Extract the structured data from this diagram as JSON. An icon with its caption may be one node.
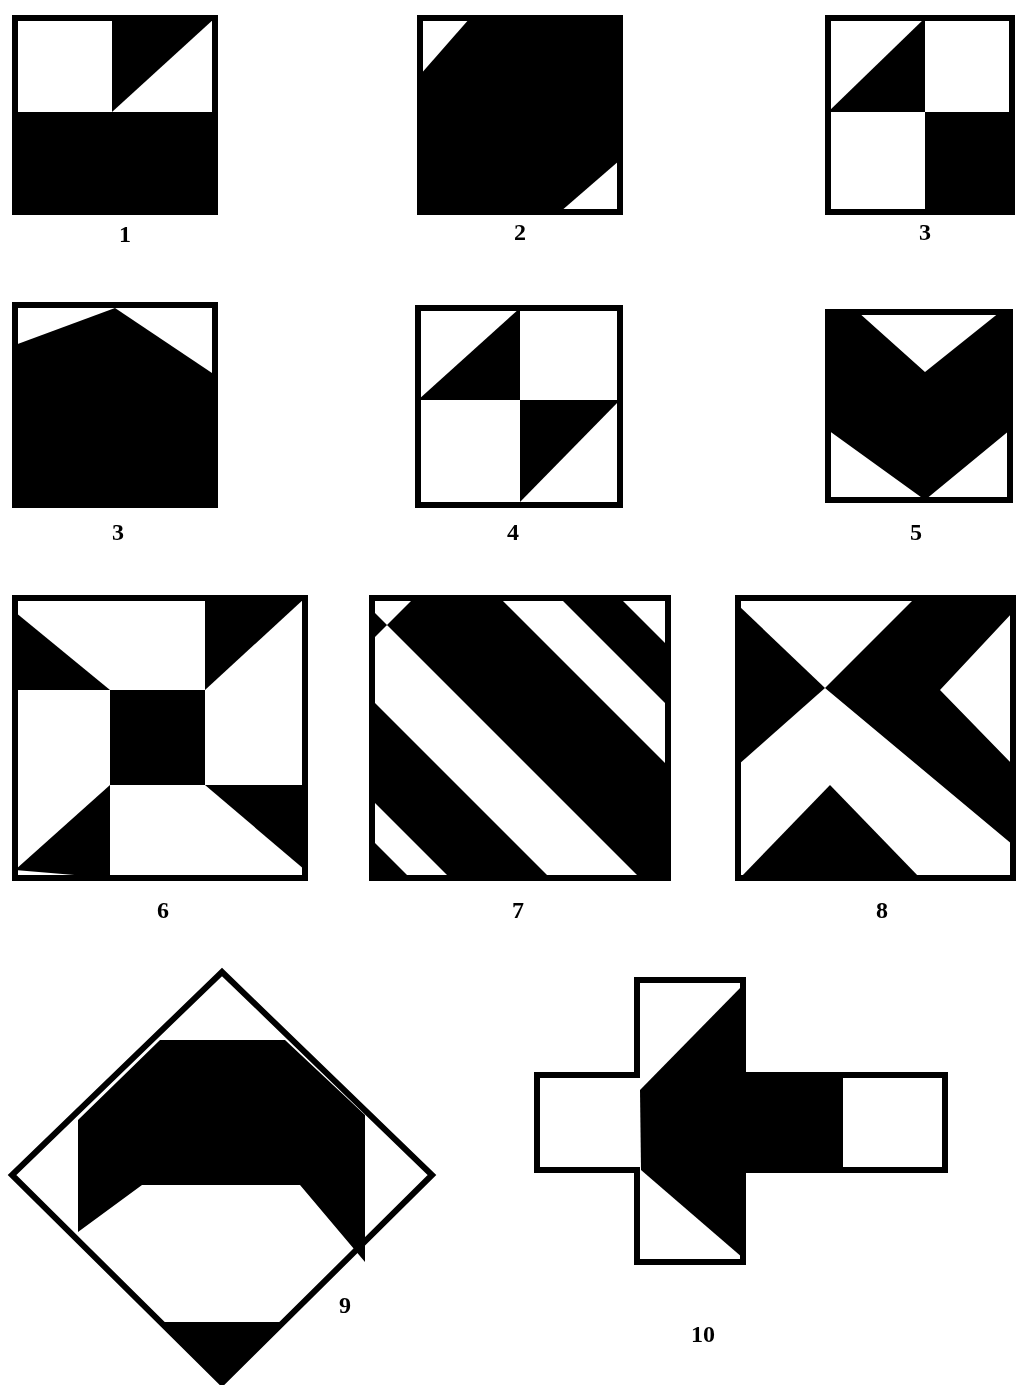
{
  "diagram": {
    "labels": [
      "1",
      "2",
      "3",
      "3",
      "4",
      "5",
      "6",
      "7",
      "8",
      "9",
      "10"
    ]
  }
}
